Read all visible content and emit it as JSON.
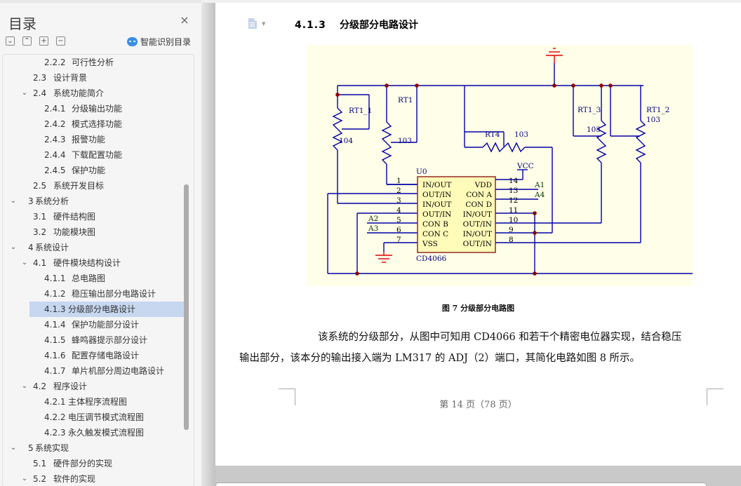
{
  "sidebar": {
    "title": "目录",
    "close_label": "×",
    "tools": [
      {
        "name": "expand-down-icon",
        "glyph": "⌄"
      },
      {
        "name": "collapse-up-icon",
        "glyph": "⌃"
      },
      {
        "name": "expand-all-icon",
        "glyph": "+"
      },
      {
        "name": "collapse-all-icon",
        "glyph": "−"
      }
    ],
    "smart_toc_label": "智能识别目录",
    "items": [
      {
        "num": "2.2.2",
        "text": "可行性分析",
        "level": 3,
        "chev": ""
      },
      {
        "num": "2.3",
        "text": "设计背景",
        "level": 2,
        "chev": ""
      },
      {
        "num": "2.4",
        "text": "系统功能简介",
        "level": 2,
        "chev": "⌄"
      },
      {
        "num": "2.4.1",
        "text": "分级输出功能",
        "level": 3,
        "chev": ""
      },
      {
        "num": "2.4.2",
        "text": "模式选择功能",
        "level": 3,
        "chev": ""
      },
      {
        "num": "2.4.3",
        "text": "报警功能",
        "level": 3,
        "chev": ""
      },
      {
        "num": "2.4.4",
        "text": "下载配置功能",
        "level": 3,
        "chev": ""
      },
      {
        "num": "2.4.5",
        "text": "保护功能",
        "level": 3,
        "chev": ""
      },
      {
        "num": "2.5",
        "text": "系统开发目标",
        "level": 2,
        "chev": ""
      },
      {
        "num": "3",
        "text": "系统分析",
        "level": 1,
        "chev": "⌄"
      },
      {
        "num": "3.1",
        "text": "硬件结构图",
        "level": 2,
        "chev": ""
      },
      {
        "num": "3.2",
        "text": "功能模块图",
        "level": 2,
        "chev": ""
      },
      {
        "num": "4",
        "text": "系统设计",
        "level": 1,
        "chev": "⌄"
      },
      {
        "num": "4.1",
        "text": "硬件模块结构设计",
        "level": 2,
        "chev": "⌄"
      },
      {
        "num": "4.1.1",
        "text": "总电路图",
        "level": 3,
        "chev": ""
      },
      {
        "num": "4.1.2",
        "text": "稳压输出部分电路设计",
        "level": 3,
        "chev": ""
      },
      {
        "num": "4.1.3",
        "text": "分级部分电路设计",
        "level": 3,
        "chev": "",
        "active": true
      },
      {
        "num": "4.1.4",
        "text": "保护功能部分设计",
        "level": 3,
        "chev": ""
      },
      {
        "num": "4.1.5",
        "text": "蜂鸣器提示部分设计",
        "level": 3,
        "chev": ""
      },
      {
        "num": "4.1.6",
        "text": "配置存储电路设计",
        "level": 3,
        "chev": ""
      },
      {
        "num": "4.1.7",
        "text": "单片机部分周边电路设计",
        "level": 3,
        "chev": ""
      },
      {
        "num": "4.2",
        "text": "程序设计",
        "level": 2,
        "chev": "⌄"
      },
      {
        "num": "4.2.1",
        "text": "主体程序流程图",
        "level": 3,
        "chev": "",
        "tight": true
      },
      {
        "num": "4.2.2",
        "text": "电压调节模式流程图",
        "level": 3,
        "chev": "",
        "tight": true
      },
      {
        "num": "4.2.3",
        "text": "永久触发模式流程图",
        "level": 3,
        "chev": "",
        "tight": true
      },
      {
        "num": "5",
        "text": "系统实现",
        "level": 1,
        "chev": "⌄"
      },
      {
        "num": "5.1",
        "text": "硬件部分的实现",
        "level": 2,
        "chev": ""
      },
      {
        "num": "5.2",
        "text": "软件的实现",
        "level": 2,
        "chev": "⌄"
      }
    ]
  },
  "document": {
    "heading_num": "4.1.3",
    "heading_text": "分级部分电路设计",
    "figure_caption": "图 7   分级部分电路图",
    "paragraph_line1": "该系统的分级部分，从图中可知用 CD4066 和若干个精密电位器实现，结合稳压",
    "paragraph_line2": "输出部分，该本分的输出接入端为 LM317 的 ADJ（2）端口，其简化电路如图 8 所示。",
    "page_footer": "第 14 页（78 页）",
    "circuit": {
      "chip_ref": "U0",
      "chip_part": "CD4066",
      "vcc_label": "VCC",
      "pins_left": [
        {
          "num": "1",
          "name": "IN/OUT"
        },
        {
          "num": "2",
          "name": "OUT/IN"
        },
        {
          "num": "3",
          "name": "IN/OUT"
        },
        {
          "num": "4",
          "name": "OUT/IN"
        },
        {
          "num": "5",
          "name": "CON  B"
        },
        {
          "num": "6",
          "name": "CON C"
        },
        {
          "num": "7",
          "name": "VSS"
        }
      ],
      "pins_right": [
        {
          "num": "14",
          "name": "VDD"
        },
        {
          "num": "13",
          "name": "CON A"
        },
        {
          "num": "12",
          "name": "CON D"
        },
        {
          "num": "11",
          "name": "IN/OUT"
        },
        {
          "num": "10",
          "name": "OUT/IN"
        },
        {
          "num": "9",
          "name": "IN/OUT"
        },
        {
          "num": "8",
          "name": "OUT/IN"
        }
      ],
      "net_labels": {
        "a1": "A1",
        "a2": "A2",
        "a3": "A3",
        "a4": "A4"
      },
      "pots": [
        {
          "ref": "RT1_1",
          "value": "104"
        },
        {
          "ref": "RT1",
          "value": "103"
        },
        {
          "ref": "RT4",
          "value": "103"
        },
        {
          "ref": "RT1_3",
          "value": "103"
        },
        {
          "ref": "RT1_2",
          "value": "103"
        }
      ]
    }
  }
}
